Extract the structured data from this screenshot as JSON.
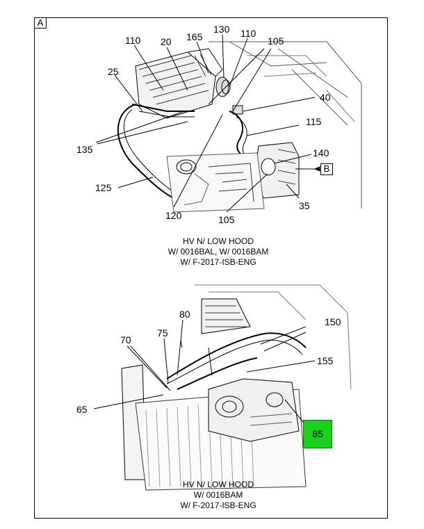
{
  "panel_label": "A",
  "reference_label": "B",
  "top_view": {
    "callouts": {
      "c110a": "110",
      "c20": "20",
      "c165": "165",
      "c130": "130",
      "c110b": "110",
      "c105a": "105",
      "c25": "25",
      "c40": "40",
      "c115": "115",
      "c135": "135",
      "c140": "140",
      "c125": "125",
      "c35": "35",
      "c120": "120",
      "c105b": "105"
    },
    "caption": {
      "line1": "HV N/ LOW HOOD",
      "line2": "W/ 0016BAL, W/ 0016BAM",
      "line3": "W/ F-2017-ISB-ENG"
    }
  },
  "bottom_view": {
    "callouts": {
      "c80": "80",
      "c150": "150",
      "c70": "70",
      "c75": "75",
      "c155": "155",
      "c65": "65"
    },
    "highlight_label": "85",
    "highlight_color": "#19d219",
    "caption": {
      "line1": "HV N/ LOW HOOD",
      "line2": "W/ 0016BAM",
      "line3": "W/ F-2017-ISB-ENG"
    }
  }
}
